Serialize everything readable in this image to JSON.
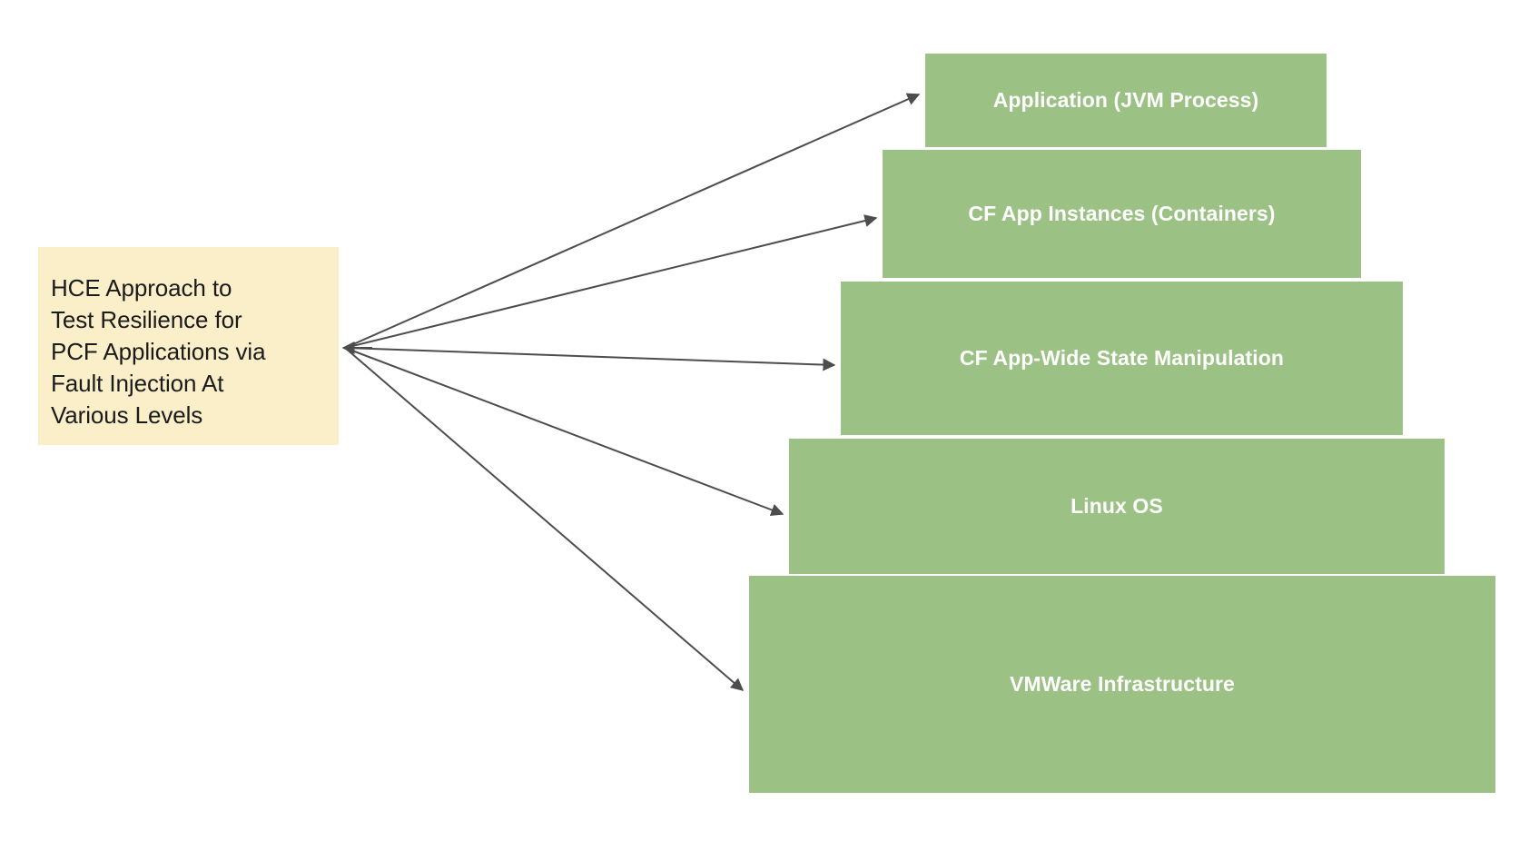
{
  "diagram": {
    "title": "HCE Approach to Test Resilience for PCF Applications via Fault Injection At Various Levels",
    "background_color": "#ffffff",
    "source_note": {
      "text": "HCE Approach to\nTest Resilience for\nPCF Applications via\nFault Injection At\nVarious Levels",
      "fill_color": "#FAEFC9",
      "text_color": "#1b1b1b"
    },
    "layer_color": "#9BC184",
    "layer_text_color": "#ffffff",
    "connector_color": "#4d4d4d",
    "layers": [
      {
        "id": "application",
        "label": "Application (JVM Process)"
      },
      {
        "id": "cf-app-instances",
        "label": "CF App Instances (Containers)"
      },
      {
        "id": "cf-app-wide-state",
        "label": "CF App-Wide State Manipulation"
      },
      {
        "id": "linux-os",
        "label": "Linux OS"
      },
      {
        "id": "vmware-infra",
        "label": "VMWare Infrastructure"
      }
    ],
    "connectors": [
      {
        "from": "source-note",
        "to": "application"
      },
      {
        "from": "source-note",
        "to": "cf-app-instances"
      },
      {
        "from": "source-note",
        "to": "cf-app-wide-state"
      },
      {
        "from": "source-note",
        "to": "linux-os"
      },
      {
        "from": "source-note",
        "to": "vmware-infra"
      }
    ]
  }
}
